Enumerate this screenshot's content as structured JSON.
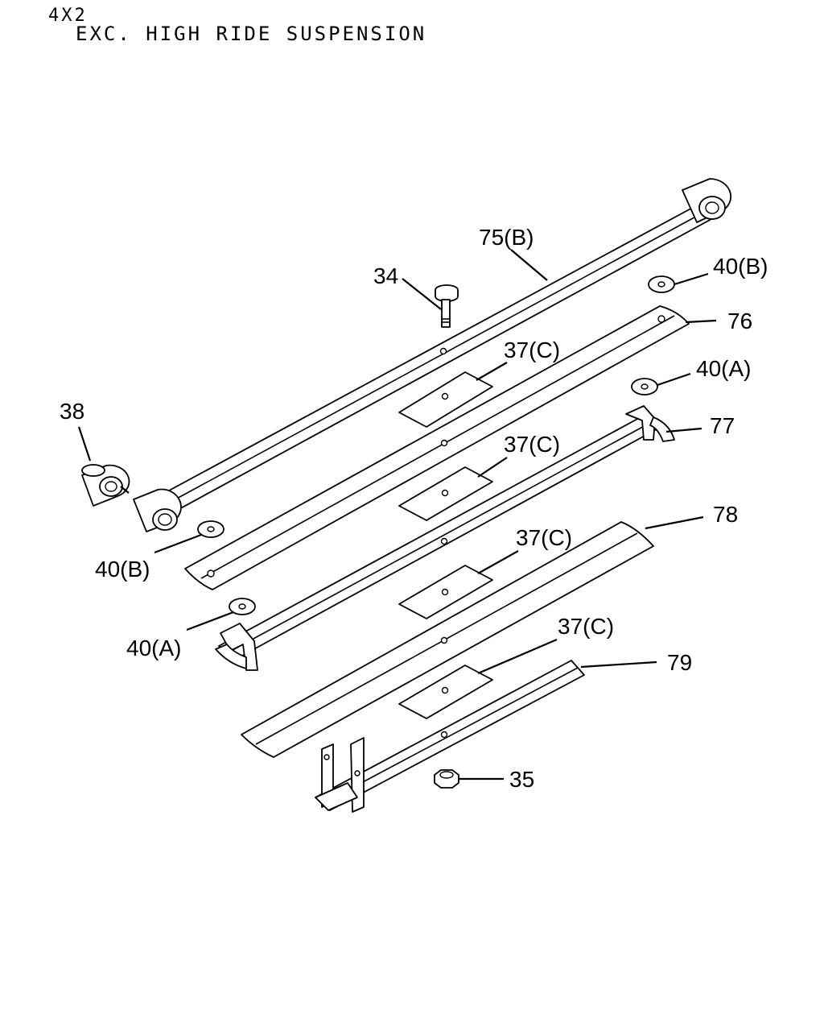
{
  "header": {
    "line1": "4X2",
    "line2": "EXC. HIGH RIDE SUSPENSION"
  },
  "callouts": {
    "c75b": "75(B)",
    "c34": "34",
    "c40b_top": "40(B)",
    "c76": "76",
    "c37c_1": "37(C)",
    "c40a_top": "40(A)",
    "c38": "38",
    "c37c_2": "37(C)",
    "c77": "77",
    "c78": "78",
    "c37c_3": "37(C)",
    "c40b_left": "40(B)",
    "c40a_left": "40(A)",
    "c37c_4": "37(C)",
    "c79": "79",
    "c35": "35"
  }
}
